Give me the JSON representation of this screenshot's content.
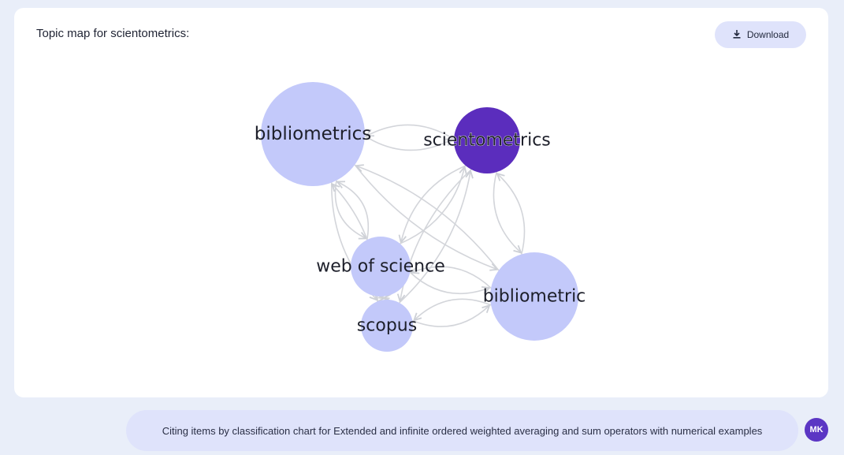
{
  "card": {
    "title": "Topic map for scientometrics:",
    "download_label": "Download",
    "download_icon": "download-icon"
  },
  "topic_map": {
    "nodes": [
      {
        "id": "bibliometrics",
        "label": "bibliometrics",
        "color": "#c3c9fa"
      },
      {
        "id": "scientometrics",
        "label": "scientometrics",
        "color": "#5b2dbd",
        "selected": true
      },
      {
        "id": "web_of_science",
        "label": "web of science",
        "color": "#c3c9fa"
      },
      {
        "id": "bibliometric",
        "label": "bibliometric",
        "color": "#c3c9fa"
      },
      {
        "id": "scopus",
        "label": "scopus",
        "color": "#c3c9fa"
      }
    ],
    "edges": [
      [
        "bibliometrics",
        "scientometrics"
      ],
      [
        "scientometrics",
        "bibliometrics"
      ],
      [
        "bibliometrics",
        "web_of_science"
      ],
      [
        "web_of_science",
        "bibliometrics"
      ],
      [
        "bibliometrics",
        "bibliometric"
      ],
      [
        "bibliometric",
        "bibliometrics"
      ],
      [
        "bibliometrics",
        "scopus"
      ],
      [
        "scopus",
        "bibliometrics"
      ],
      [
        "scientometrics",
        "web_of_science"
      ],
      [
        "web_of_science",
        "scientometrics"
      ],
      [
        "scientometrics",
        "bibliometric"
      ],
      [
        "bibliometric",
        "scientometrics"
      ],
      [
        "scientometrics",
        "scopus"
      ],
      [
        "scopus",
        "scientometrics"
      ],
      [
        "web_of_science",
        "bibliometric"
      ],
      [
        "bibliometric",
        "web_of_science"
      ],
      [
        "web_of_science",
        "scopus"
      ],
      [
        "scopus",
        "web_of_science"
      ],
      [
        "bibliometric",
        "scopus"
      ],
      [
        "scopus",
        "bibliometric"
      ]
    ],
    "edge_color": "#d3d5da"
  },
  "chat": {
    "message": "Citing items by classification chart for Extended and infinite ordered weighted averaging and sum operators with numerical examples",
    "avatar_initials": "MK",
    "avatar_color": "#5b36c4"
  }
}
